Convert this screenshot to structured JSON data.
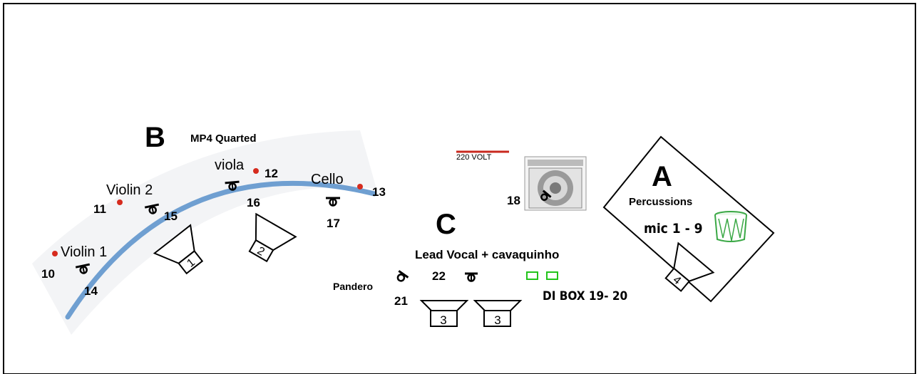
{
  "section_b": {
    "letter": "B",
    "title": "MP4 Quarted",
    "instruments": {
      "violin1": "Violin 1",
      "violin2": "Violin 2",
      "viola": "viola",
      "cello": "Cello"
    },
    "numbers": {
      "n10": "10",
      "n11": "11",
      "n12": "12",
      "n13": "13",
      "n14": "14",
      "n15": "15",
      "n16": "16",
      "n17": "17"
    },
    "monitors": [
      "1",
      "2"
    ]
  },
  "section_c": {
    "letter": "C",
    "title": "Lead Vocal + cavaquinho",
    "pandero": "Pandero",
    "numbers": {
      "n21": "21",
      "n22": "22"
    },
    "dibox": "DI BOX  19- 20",
    "monitors": [
      "3",
      "3"
    ]
  },
  "amp": {
    "power_label": "220 VOLT",
    "number": "18"
  },
  "section_a": {
    "letter": "A",
    "title": "Percussions",
    "mics": "mic 1 - 9",
    "monitor": "4"
  },
  "colors": {
    "arc": "#6f9fd1",
    "mic_dot": "#d62b1e",
    "power_line": "#c8281e",
    "dibox": "#22c41a",
    "drum": "#3aa845"
  }
}
